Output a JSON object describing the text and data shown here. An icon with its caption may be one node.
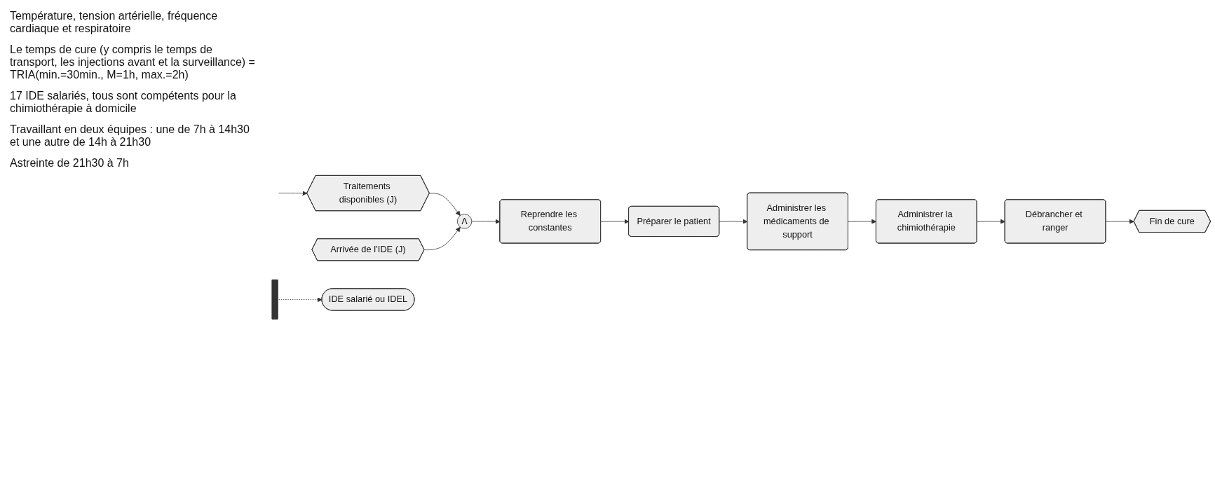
{
  "diagram": {
    "nodes": [
      {
        "text": [
          "Traitements disponibles (J)"
        ]
      },
      {
        "text": [
          "Arrivée de l’IDE (J)"
        ]
      },
      {
        "text": [
          "Λ"
        ]
      },
      {
        "text": [
          "Reprendre les constantes"
        ]
      },
      {
        "text": [
          "Préparer le patient"
        ]
      },
      {
        "text": [
          "Administrer les médicaments de support"
        ]
      },
      {
        "text": [
          "Administrer la chimiothérapie"
        ]
      },
      {
        "text": [
          "Débrancher et ranger"
        ]
      },
      {
        "text": [],
        "shape": "bar"
      },
      {
        "text": [
          "IDE salarié ou IDEL"
        ]
      },
      {
        "text": [
          "Fin de cure"
        ]
      }
    ],
    "edges": [
      {
        "from": null,
        "to": 0,
        "arrow": "to"
      },
      {
        "from": 0,
        "to": 2,
        "arrow": "to"
      },
      {
        "from": 1,
        "to": 2,
        "arrow": "to"
      },
      {
        "from": 2,
        "to": 3,
        "arrow": "to"
      },
      {
        "from": 3,
        "to": 4,
        "arrow": "to"
      },
      {
        "from": 4,
        "to": 5,
        "arrow": "to"
      },
      {
        "from": 5,
        "to": 6,
        "arrow": "to"
      },
      {
        "from": 6,
        "to": 7,
        "arrow": "to"
      },
      {
        "from": 7,
        "to": 10,
        "arrow": "to"
      },
      {
        "from": 8,
        "to": 9,
        "arrow": "to",
        "style": "dashed"
      }
    ],
    "labels": [
      "Température, tension artérielle, fréquence cardiaque et respiratoire",
      "Le temps de cure (y compris le temps de transport, les injections avant et la surveillance) = TRIA(min.=30min., M=1h, max.=2h)",
      "17 IDE salariés, tous sont compétents pour la chimiothérapie à domicile",
      "Travaillant en deux équipes : une de 7h à 14h30 et une autre de 14h à 21h30",
      "Astreinte de 21h30 à 7h"
    ]
  }
}
